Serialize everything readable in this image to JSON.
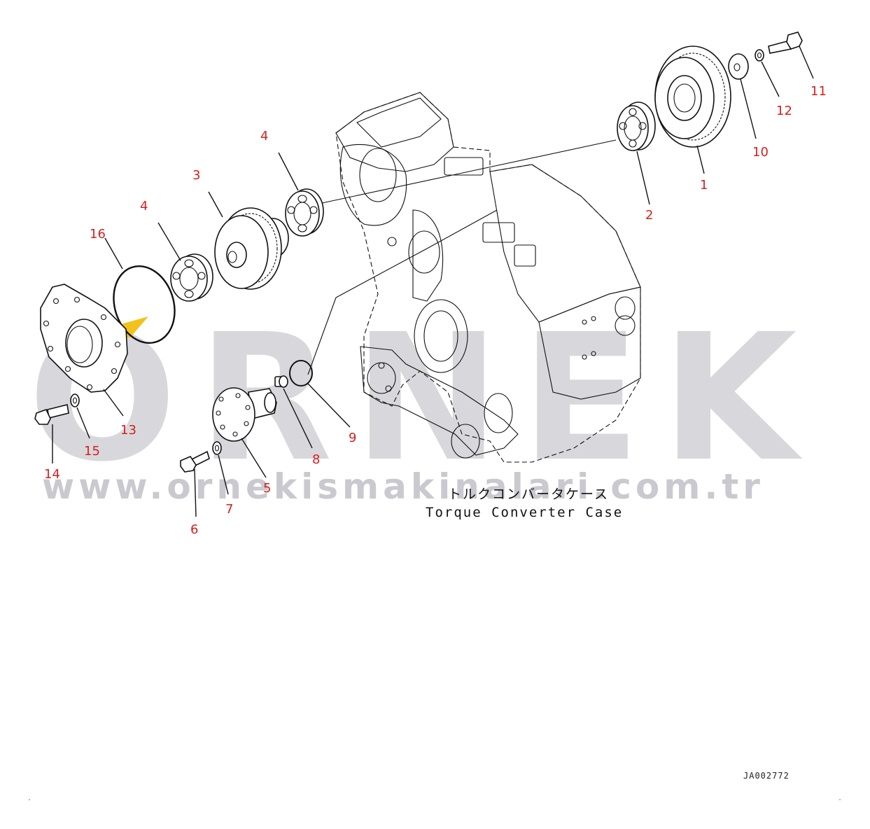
{
  "watermark": {
    "brand": "ORNEK",
    "url": "www.ornekismakinalari.com.tr",
    "accent_color": "#f2c21a"
  },
  "case_label": {
    "japanese": "トルクコンバータケース",
    "english": "Torque Converter Case"
  },
  "doc_id": "JA002772",
  "callouts": [
    "1",
    "2",
    "3",
    "4",
    "4",
    "5",
    "6",
    "7",
    "8",
    "9",
    "10",
    "11",
    "12",
    "13",
    "14",
    "15",
    "16"
  ],
  "parts": [
    {
      "callout": "1",
      "icon": "ring-gear-icon"
    },
    {
      "callout": "2",
      "icon": "roller-bearing-icon"
    },
    {
      "callout": "3",
      "icon": "drive-gear-icon"
    },
    {
      "callout": "4",
      "icon": "roller-bearing-icon"
    },
    {
      "callout": "5",
      "icon": "pump-flange-icon"
    },
    {
      "callout": "6",
      "icon": "bolt-icon"
    },
    {
      "callout": "7",
      "icon": "washer-icon"
    },
    {
      "callout": "8",
      "icon": "plug-icon"
    },
    {
      "callout": "9",
      "icon": "o-ring-icon"
    },
    {
      "callout": "10",
      "icon": "plate-washer-icon"
    },
    {
      "callout": "11",
      "icon": "bolt-icon"
    },
    {
      "callout": "12",
      "icon": "washer-icon"
    },
    {
      "callout": "13",
      "icon": "cover-plate-icon"
    },
    {
      "callout": "14",
      "icon": "bolt-icon"
    },
    {
      "callout": "15",
      "icon": "washer-icon"
    },
    {
      "callout": "16",
      "icon": "o-ring-icon"
    }
  ]
}
